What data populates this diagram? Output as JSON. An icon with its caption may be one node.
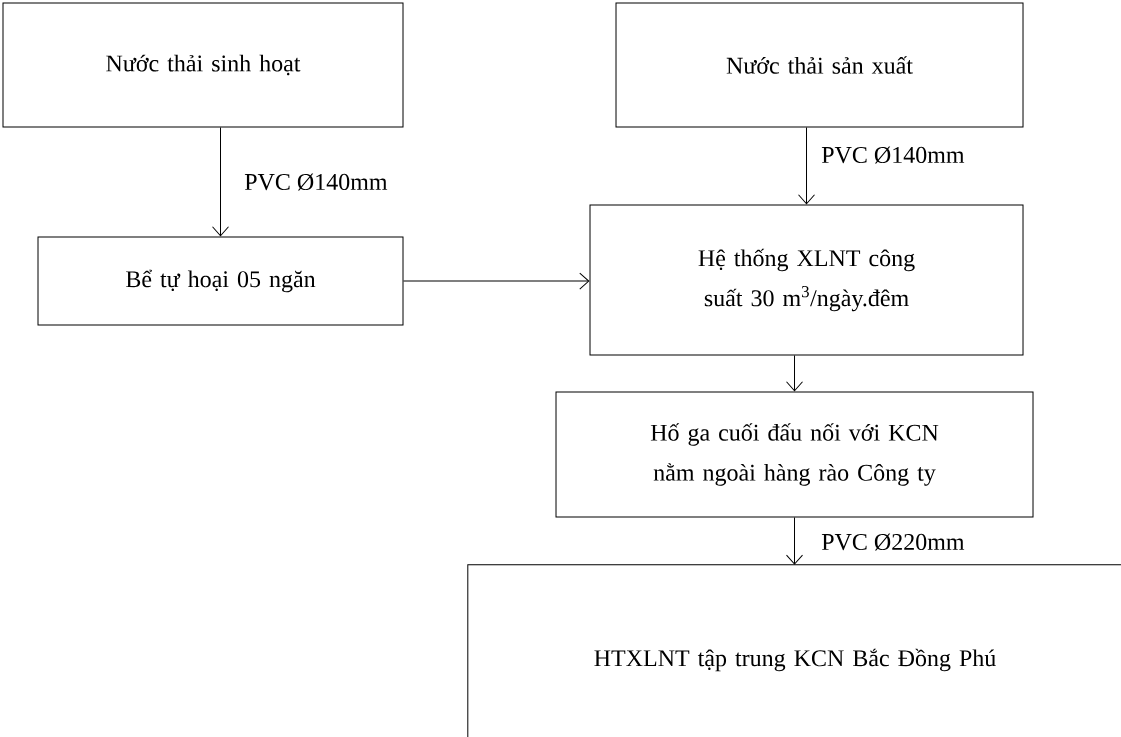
{
  "diagram": {
    "nodes": [
      {
        "text": [
          "Nước thải sinh hoạt"
        ]
      },
      {
        "text": [
          "Nước thải sản xuất"
        ]
      },
      {
        "text": [
          "Bể tự hoại 05 ngăn"
        ]
      },
      {
        "text": [
          "Hệ thống XLNT công suất 30 m$^{3}$/ngày.đêm"
        ]
      },
      {
        "text": [
          "Hố ga cuối đấu nối với KCN nằm ngoài hàng rào Công ty"
        ]
      },
      {
        "text": [
          "HTXLNT tập trung KCN Bắc Đồng Phú"
        ]
      }
    ],
    "edges": [
      {
        "from": 0,
        "to": 2,
        "arrow": "to",
        "label": "PVC Ø140mm"
      },
      {
        "from": 1,
        "to": 3,
        "arrow": "to",
        "label": "PVC Ø140mm"
      },
      {
        "from": 2,
        "to": 3,
        "arrow": "to"
      },
      {
        "from": 3,
        "to": 4,
        "arrow": "to"
      },
      {
        "from": 4,
        "to": 5,
        "arrow": "to",
        "label": "PVC Ø220mm"
      }
    ]
  }
}
